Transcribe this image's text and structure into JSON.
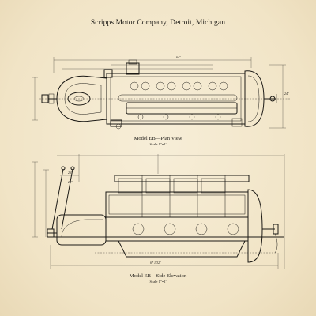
{
  "title": "Scripps Motor Company, Detroit, Michigan",
  "plan_view": {
    "caption": "Model EB—Plan View",
    "scale": "Scale 1\"=1'",
    "dims": {
      "overall_top": "64″",
      "right_height": "24″"
    }
  },
  "side_elevation": {
    "caption": "Model EB—Side Elevation",
    "scale": "Scale 1\"=1'",
    "dims": {
      "overall": "67 1/32″",
      "lever_left": "26″",
      "lever_right": "25″"
    }
  }
}
